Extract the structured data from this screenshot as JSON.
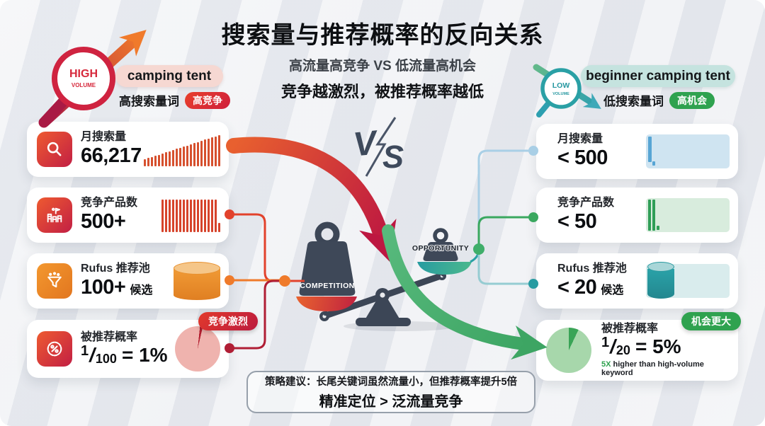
{
  "header": {
    "title": "搜索量与推荐概率的反向关系",
    "subtitle": "高流量高竞争 VS 低流量高机会",
    "tagline": "竞争越激烈，被推荐概率越低"
  },
  "left_keyword": {
    "badge_line1": "HIGH",
    "badge_line2": "VOLUME",
    "keyword": "camping tent",
    "label": "高搜索量词",
    "tag": "高竞争"
  },
  "right_keyword": {
    "badge_line1": "LOW",
    "badge_line2": "VOLUME",
    "keyword": "beginner camping tent",
    "label": "低搜索量词",
    "tag": "高机会"
  },
  "vs": {
    "v": "V",
    "s": "S"
  },
  "scale": {
    "left_weight_label": "COMPETITION",
    "right_weight_label": "OPPORTUNITY"
  },
  "left_cards": [
    {
      "label": "月搜索量",
      "value": "66,217",
      "bars": {
        "style": "ascending",
        "count": 22,
        "min_h": 10,
        "max_h": 44,
        "color": "#d6502e"
      }
    },
    {
      "label": "竞争产品数",
      "value": "500+",
      "bars": {
        "style": "full",
        "count": 17,
        "full_h": 46,
        "tail_h": 13,
        "color": "#d6432b"
      }
    },
    {
      "label": "Rufus 推荐池",
      "value": "100+",
      "suffix": "候选"
    },
    {
      "label": "被推荐概率",
      "frac_num": "1",
      "frac_den": "100",
      "result": "= 1%",
      "tag": "竞争激烈",
      "pie": {
        "pct": 2,
        "start_deg": 6,
        "slice": "#b31f30",
        "base": "#efb3ae"
      }
    }
  ],
  "right_cards": [
    {
      "label": "月搜索量",
      "value": "< 500"
    },
    {
      "label": "竞争产品数",
      "value": "< 50"
    },
    {
      "label": "Rufus 推荐池",
      "value": "< 20",
      "suffix": "候选"
    },
    {
      "label": "被推荐概率",
      "frac_num": "1",
      "frac_den": "20",
      "result": "= 5%",
      "note_highlight": "5X",
      "note_rest": " higher than high-volume keyword",
      "tag": "机会更大",
      "pie": {
        "pct": 7,
        "start_deg": 0,
        "slice": "#3aa457",
        "base": "#a7d7ab"
      }
    }
  ],
  "strategy": {
    "line1": "策略建议：长尾关键词虽然流量小，但推荐概率提升5倍",
    "line2": "精准定位 > 泛流量竞争"
  },
  "colors": {
    "hot_red": "#d6432b",
    "crimson": "#bd1741",
    "orange": "#ef7b2b",
    "green": "#2fa24f",
    "teal": "#279ba1",
    "light_blue": "#a9cfe6",
    "slate": "#3c4656"
  }
}
